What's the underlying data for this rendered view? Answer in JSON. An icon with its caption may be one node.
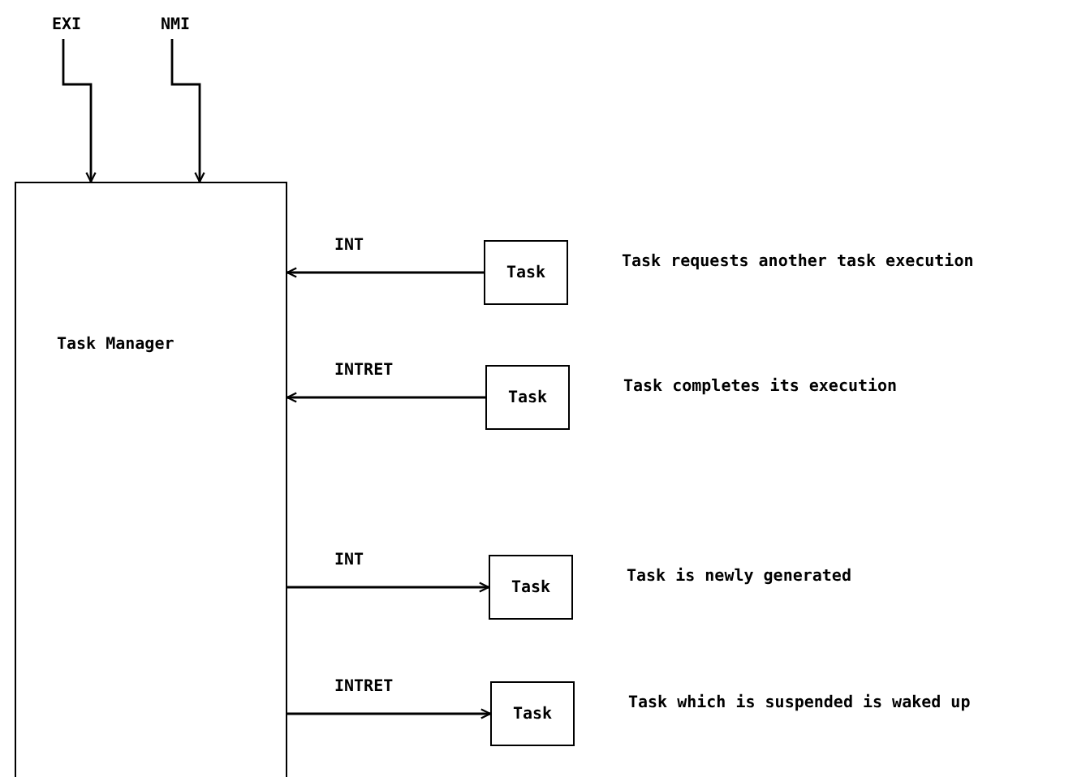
{
  "diagram": {
    "nodes": [
      {
        "text": [
          "EXI"
        ]
      },
      {
        "text": [
          "NMI"
        ]
      },
      {
        "text": [
          "Task Manager"
        ]
      },
      {
        "text": [
          "Task"
        ],
        "beside": [
          "Task requests another task execution"
        ]
      },
      {
        "text": [
          "Task"
        ],
        "beside": [
          "Task completes its execution"
        ]
      },
      {
        "text": [
          "Task"
        ],
        "beside": [
          "Task is newly generated"
        ]
      },
      {
        "text": [
          "Task"
        ],
        "beside": [
          "Task which is suspended is waked up"
        ]
      }
    ],
    "edges": [
      {
        "from": 0,
        "to": 2,
        "arrow": "to"
      },
      {
        "from": 1,
        "to": 2,
        "arrow": "to"
      },
      {
        "from": 3,
        "to": 2,
        "arrow": "to",
        "label": "INT"
      },
      {
        "from": 4,
        "to": 2,
        "arrow": "to",
        "label": "INTRET"
      },
      {
        "from": 2,
        "to": 5,
        "arrow": "to",
        "label": "INT"
      },
      {
        "from": 2,
        "to": 6,
        "arrow": "to",
        "label": "INTRET"
      }
    ]
  }
}
